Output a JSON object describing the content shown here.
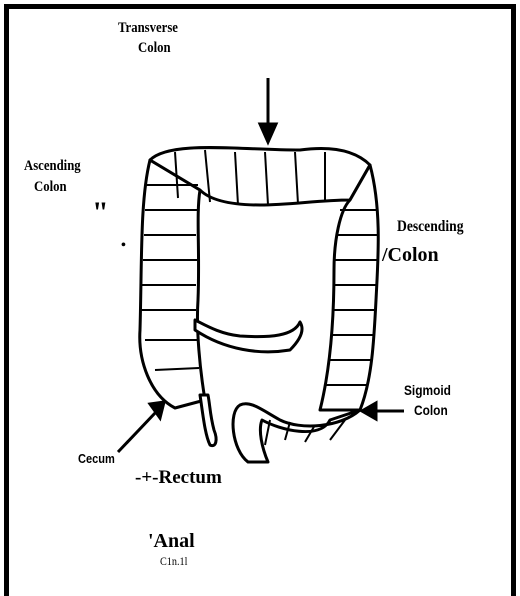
{
  "diagram": {
    "labels": {
      "transverse_line1": "Transverse",
      "transverse_line2": "Colon",
      "ascending_line1": "Ascending",
      "ascending_line2": "Colon",
      "quote_mark": "\"",
      "dot": "•",
      "descending_line1": "Descending",
      "descending_line2": "/Colon",
      "sigmoid_line1": "Sigmoid",
      "sigmoid_line2": "Colon",
      "cecum": "Cecum",
      "rectum": "-+-Rectum",
      "anal_line1": "'Anal",
      "anal_line2": "C1n.1l"
    },
    "colors": {
      "ink": "#000000",
      "paper": "#ffffff"
    }
  }
}
